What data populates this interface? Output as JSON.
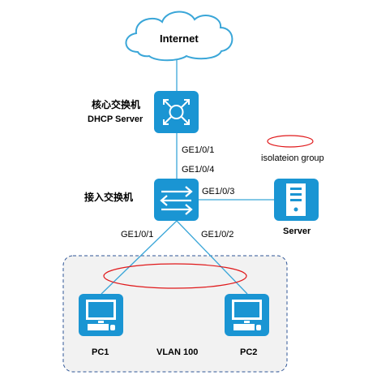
{
  "internet": {
    "label": "Internet"
  },
  "core_switch": {
    "name": "核心交换机",
    "role": "DHCP Server"
  },
  "access_switch": {
    "name": "接入交换机"
  },
  "server": {
    "label": "Server"
  },
  "ports": {
    "core_down": "GE1/0/1",
    "access_up": "GE1/0/4",
    "access_server": "GE1/0/3",
    "access_pc1": "GE1/0/1",
    "access_pc2": "GE1/0/2"
  },
  "legend": {
    "isolation_label": "isolateion group"
  },
  "pcs": [
    {
      "label": "PC1"
    },
    {
      "label": "PC2"
    }
  ],
  "vlan": {
    "label": "VLAN 100"
  },
  "colors": {
    "device_blue": "#1a95d3",
    "link_blue": "#3aa6d8",
    "isolation_red": "#e0191b",
    "vlan_border": "#2f5597",
    "vlan_fill": "#f2f2f2"
  }
}
